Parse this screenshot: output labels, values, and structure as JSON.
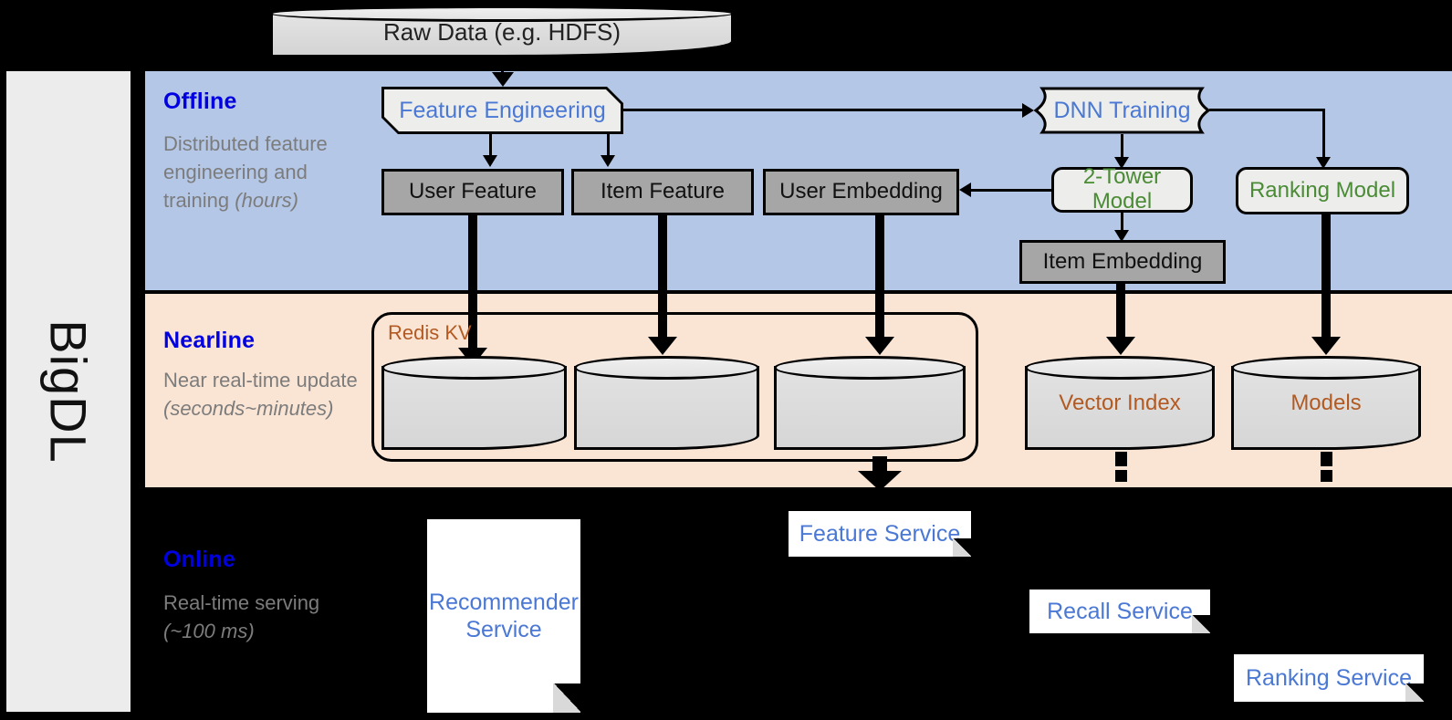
{
  "sidebar": {
    "label": "BigDL"
  },
  "bands": {
    "offline": {
      "title": "Offline",
      "subtitle": "Distributed feature engineering and training (hours)",
      "bg": "#b4c7e7"
    },
    "nearline": {
      "title": "Nearline",
      "subtitle": "Near real-time update (seconds~minutes)",
      "bg": "#fae5d5"
    },
    "online": {
      "title": "Online",
      "subtitle": "Real-time serving (~100 ms)",
      "bg": "#000000"
    }
  },
  "nodes": {
    "raw_data": "Raw Data (e.g. HDFS)",
    "feature_engineering": "Feature Engineering",
    "dnn_training": "DNN Training",
    "user_feature": "User Feature",
    "item_feature": "Item Feature",
    "user_embedding": "User Embedding",
    "two_tower_model": "2-Tower Model",
    "ranking_model": "Ranking Model",
    "item_embedding": "Item Embedding",
    "redis_kv": "Redis KV",
    "vector_index": "Vector Index",
    "models": "Models",
    "recommender_service": "Recommender Service",
    "feature_service": "Feature Service",
    "recall_service": "Recall Service",
    "ranking_service": "Ranking Service"
  },
  "colors": {
    "band_title": "#0000e0",
    "band_subtitle": "#7c7c7c",
    "process_text": "#4a78d4",
    "model_text": "#4a8b35",
    "store_text": "#b25a22",
    "service_text": "#4a78d4",
    "grey_fill": "#a6a6a6",
    "light_fill": "#ededeb"
  }
}
